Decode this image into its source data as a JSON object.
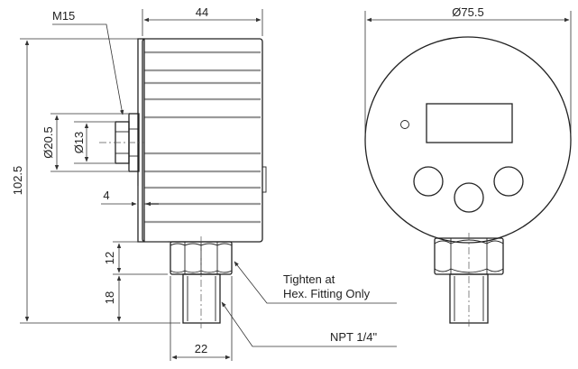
{
  "dimensions": {
    "thread": "M15",
    "body_depth": "44",
    "overall_height": "102.5",
    "flange_dia": "Ø20.5",
    "bore_dia": "Ø13",
    "flange_thickness": "4",
    "hex_height": "12",
    "thread_length": "18",
    "hex_width": "22",
    "face_dia": "Ø75.5"
  },
  "notes": {
    "tighten_line1": "Tighten at",
    "tighten_line2": "Hex. Fitting Only",
    "npt": "NPT 1/4\""
  },
  "colors": {
    "body_fill": "#e9e9e9",
    "stripe": "#9a9a9a",
    "line": "#222222",
    "dim_line": "#333333"
  }
}
